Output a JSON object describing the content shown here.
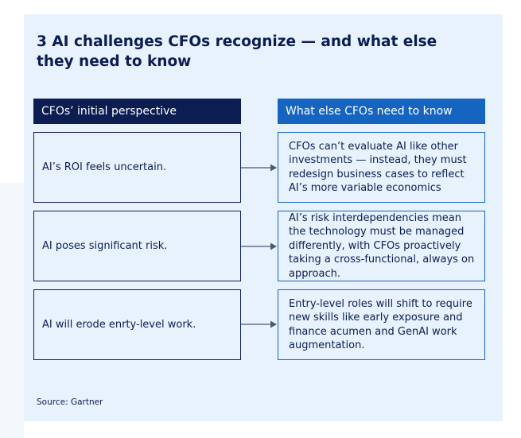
{
  "infographic": {
    "title": "3 AI challenges CFOs recognize — and what else they need to know",
    "headers": {
      "left": "CFOs’ initial perspective",
      "right": "What else CFOs need to know"
    },
    "rows": [
      {
        "perspective": "AI’s ROI feels uncertain.",
        "insight": "CFOs can’t evaluate AI like other investments — instead, they must redesign business cases to reflect AI’s more variable economics"
      },
      {
        "perspective": "AI poses significant risk.",
        "insight": "AI’s risk interdependencies mean the technology must be managed differently, with CFOs proactively taking a cross-functional, always on approach."
      },
      {
        "perspective": "AI will erode enrty-level work.",
        "insight": "Entry-level roles will shift to require new skills like early exposure and finance acumen and GenAI work augmentation."
      }
    ],
    "source": "Source: Gartner"
  },
  "colors": {
    "navy": "#0b1d51",
    "blue": "#1565c0",
    "card_background": "#e7f2fd",
    "arrow": "#4a5a73"
  }
}
